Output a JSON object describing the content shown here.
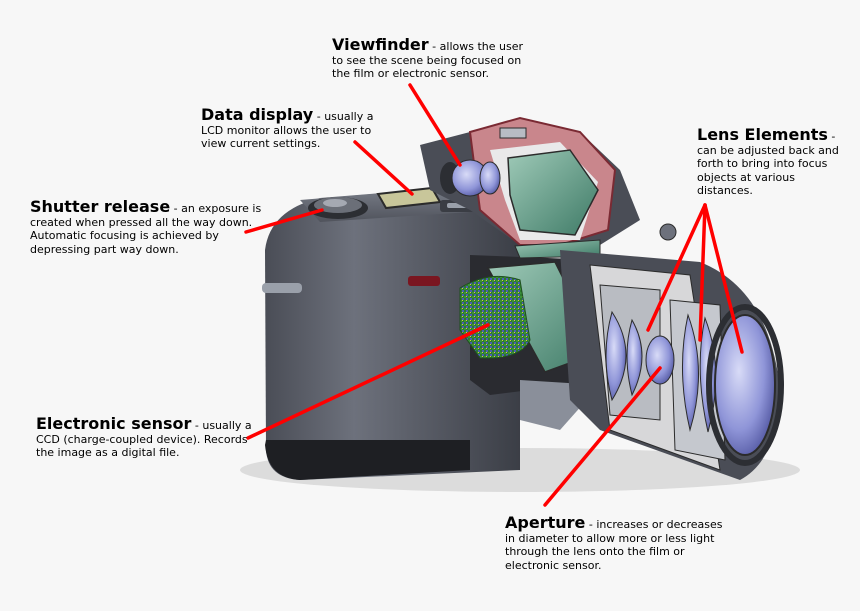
{
  "labels": {
    "viewfinder": {
      "title": "Viewfinder",
      "sep": " - ",
      "desc": "allows the user to see the scene being focused on the film or electronic sensor."
    },
    "data_display": {
      "title": "Data display",
      "sep": " - ",
      "desc": "usually a LCD monitor allows the user to view current settings."
    },
    "shutter_release": {
      "title": "Shutter release",
      "sep": " - ",
      "desc": "an exposure is created when pressed all the way down. Automatic focusing is achieved by depressing part way down."
    },
    "lens_elements": {
      "title": "Lens Elements",
      "sep": " - ",
      "desc": "can be adjusted back and forth to bring into focus objects at various distances."
    },
    "electronic_sensor": {
      "title": "Electronic sensor",
      "sep": " - ",
      "desc": "usually a CCD (charge-coupled device). Records the image as a digital file."
    },
    "aperture": {
      "title": "Aperture",
      "sep": " - ",
      "desc": "increases or decreases in diameter to allow more or less light through the lens onto the film or electronic sensor."
    }
  },
  "colors": {
    "pointer": "#ff0000",
    "body_dark": "#3e4149",
    "body_mid": "#5b5f6a",
    "body_light": "#8a8f9a",
    "mirror": "#5f9a86",
    "lens_glass": "#8f95d8",
    "lcd": "#c8c69a"
  }
}
